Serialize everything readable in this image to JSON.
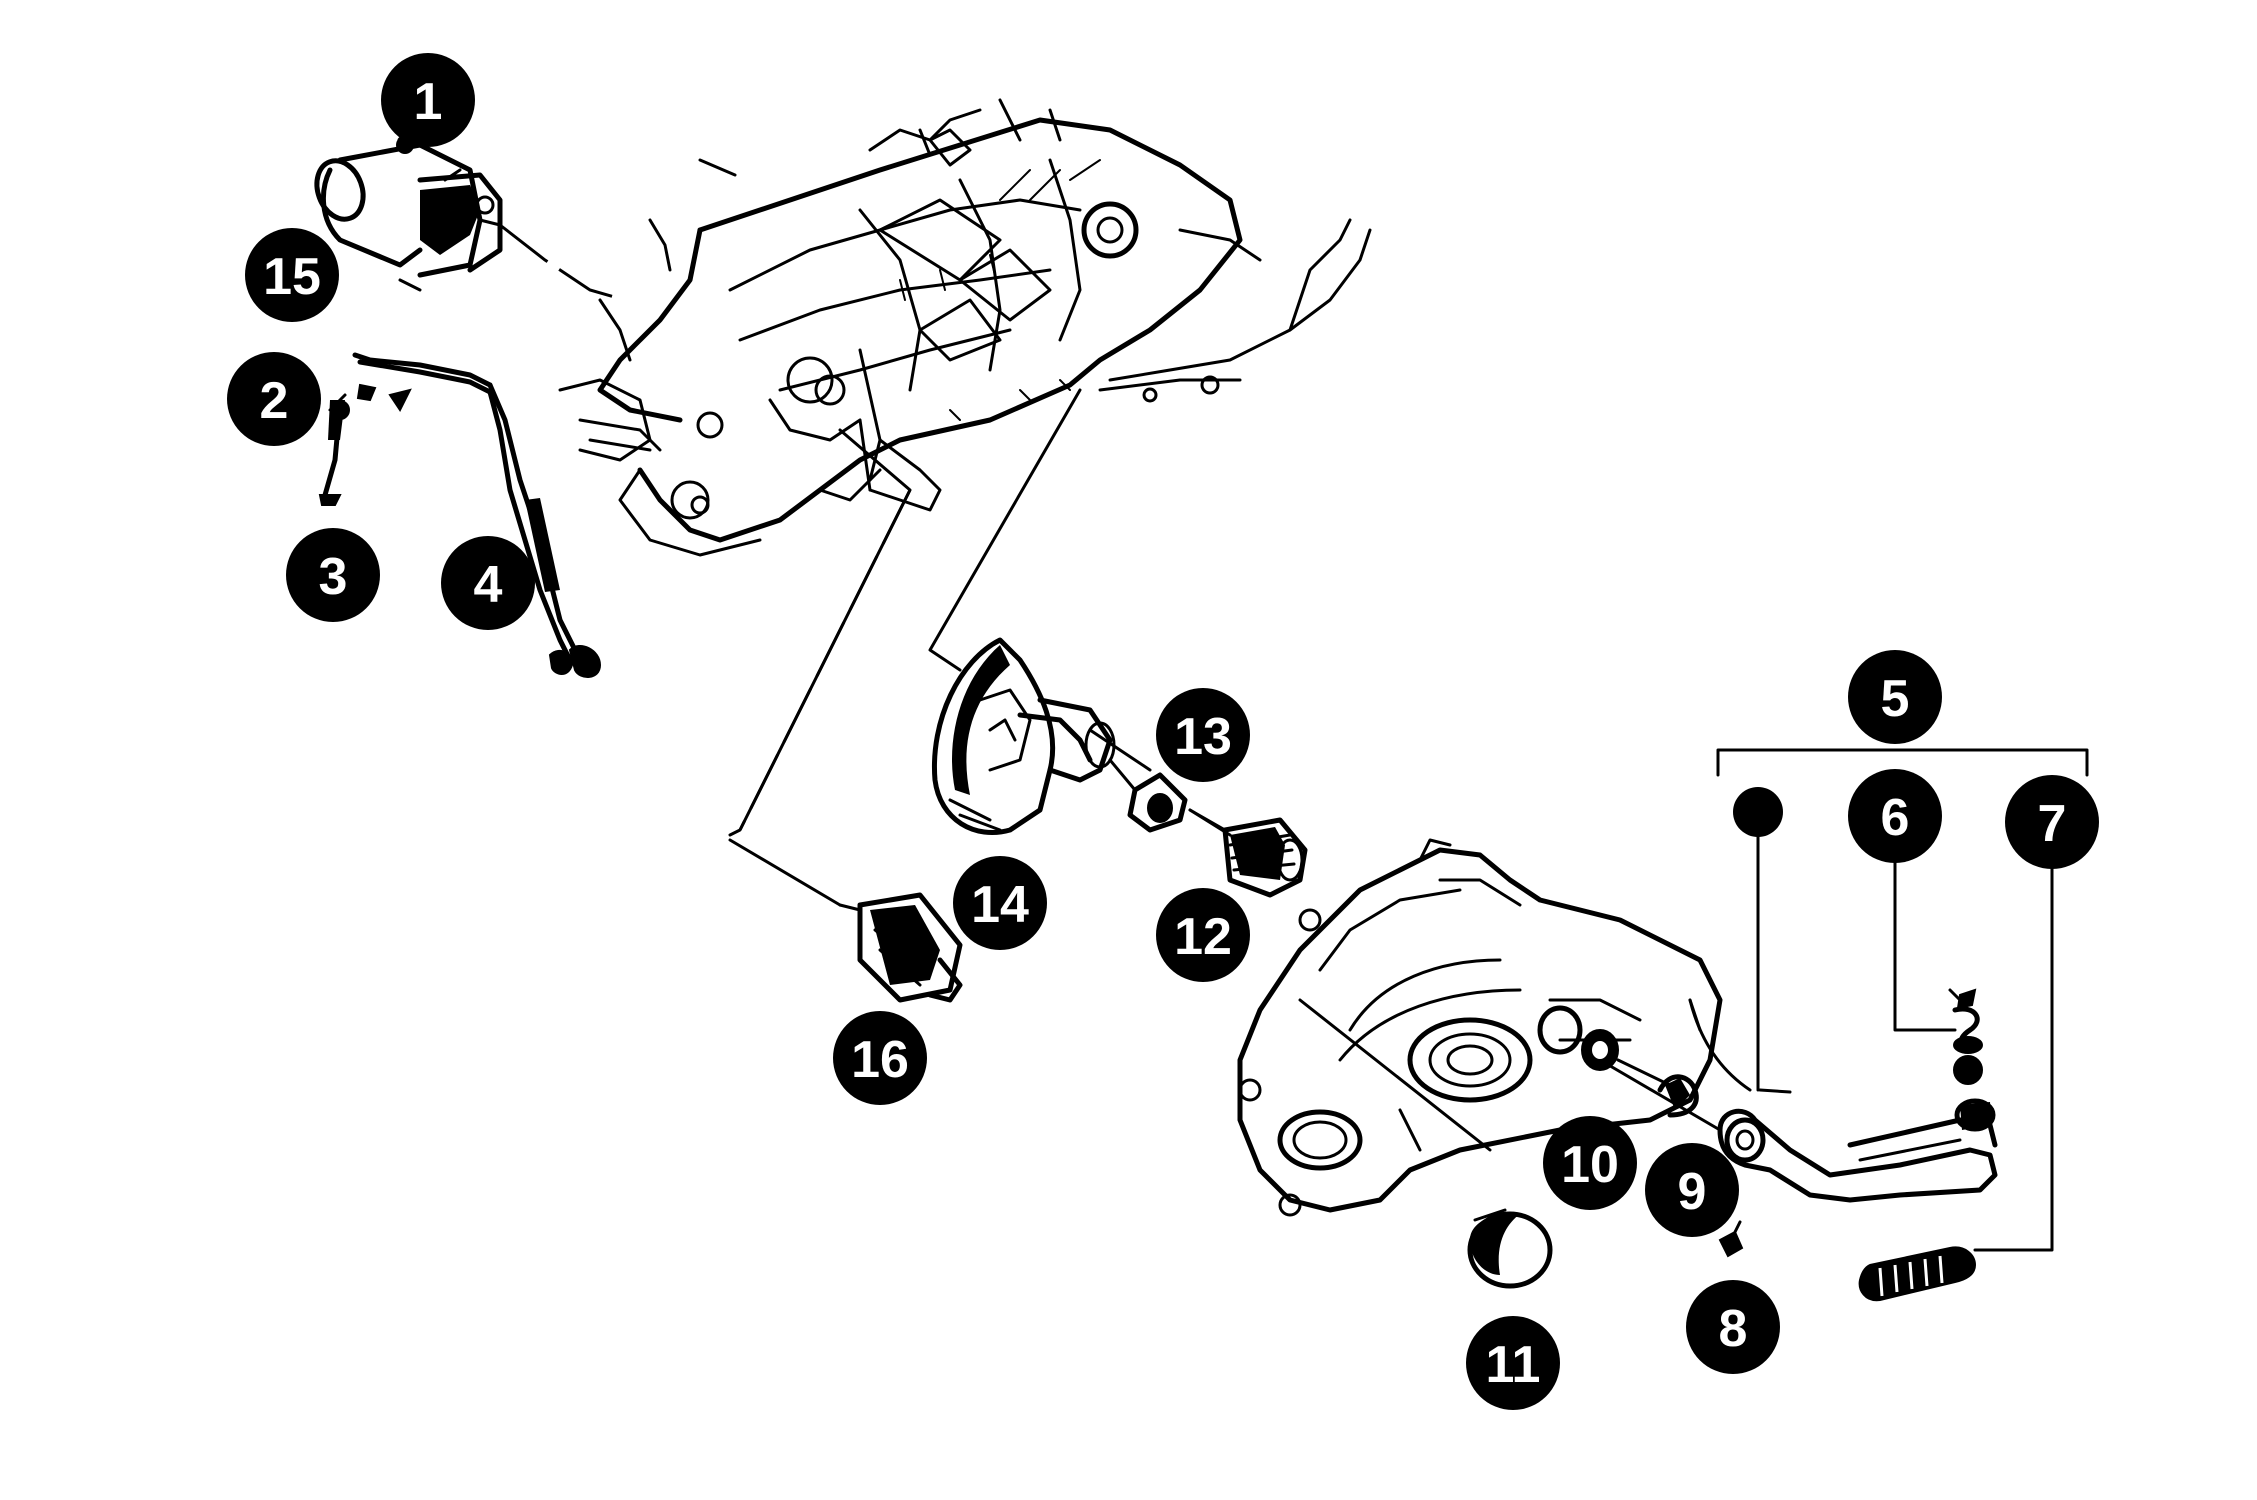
{
  "callouts": [
    {
      "id": "1",
      "label": "1"
    },
    {
      "id": "2",
      "label": "2"
    },
    {
      "id": "3",
      "label": "3"
    },
    {
      "id": "4",
      "label": "4"
    },
    {
      "id": "5",
      "label": "5"
    },
    {
      "id": "6",
      "label": "6"
    },
    {
      "id": "7",
      "label": "7"
    },
    {
      "id": "8",
      "label": "8"
    },
    {
      "id": "9",
      "label": "9"
    },
    {
      "id": "10",
      "label": "10"
    },
    {
      "id": "11",
      "label": "11"
    },
    {
      "id": "12",
      "label": "12"
    },
    {
      "id": "13",
      "label": "13"
    },
    {
      "id": "14",
      "label": "14"
    },
    {
      "id": "15",
      "label": "15"
    },
    {
      "id": "16",
      "label": "16"
    }
  ],
  "colors": {
    "ink": "#000000",
    "background": "#ffffff",
    "badge_text": "#ffffff"
  }
}
